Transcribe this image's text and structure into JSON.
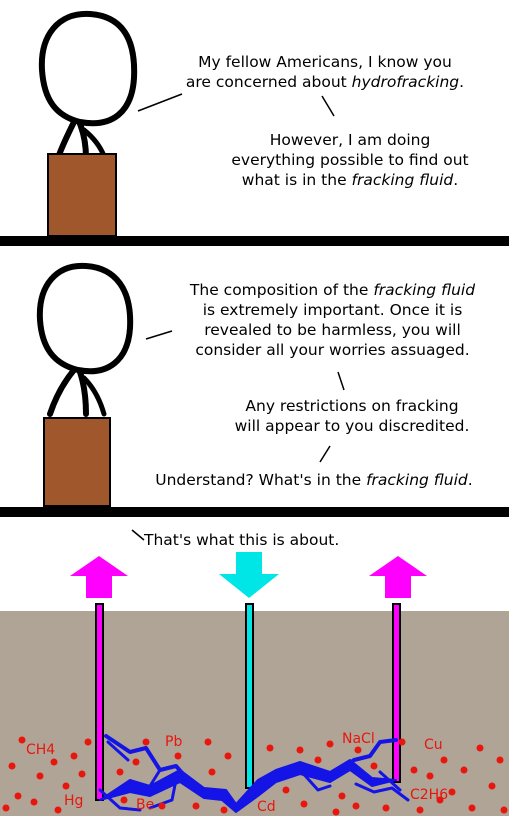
{
  "panel1": {
    "speech_1": {
      "line1": "My fellow Americans, I know you",
      "line2_a": "are concerned about ",
      "line2_em": "hydrofracking",
      "line2_b": "."
    },
    "speech_2": {
      "line1": "However, I am doing",
      "line2": "everything possible to find out",
      "line3_a": "what is in the ",
      "line3_em": "fracking fluid",
      "line3_b": "."
    }
  },
  "panel2": {
    "speech_1": {
      "line1_a": "The composition of the ",
      "line1_em": "fracking fluid",
      "line2": "is extremely important. Once it is",
      "line3": "revealed to be harmless, you will",
      "line4": "consider all your worries assuaged."
    },
    "speech_2": {
      "line1": "Any restrictions on fracking",
      "line2": "will appear to you discredited."
    },
    "speech_3": {
      "a": "Understand? What's in the ",
      "em": "fracking fluid",
      "b": "."
    }
  },
  "panel3": {
    "caption": "That's what this is about.",
    "chemicals": {
      "ch4": "CH4",
      "pb": "Pb",
      "nacl": "NaCl",
      "cu": "Cu",
      "hg": "Hg",
      "be": "Be",
      "cd": "Cd",
      "c2h6": "C2H6"
    }
  },
  "colors": {
    "podium": "#a0572b",
    "ground": "#b0a497",
    "up_arrow": "#ff00ff",
    "down_arrow": "#00e5e5",
    "fracture": "#1414e6",
    "chemical_dots": "#e8160d"
  }
}
